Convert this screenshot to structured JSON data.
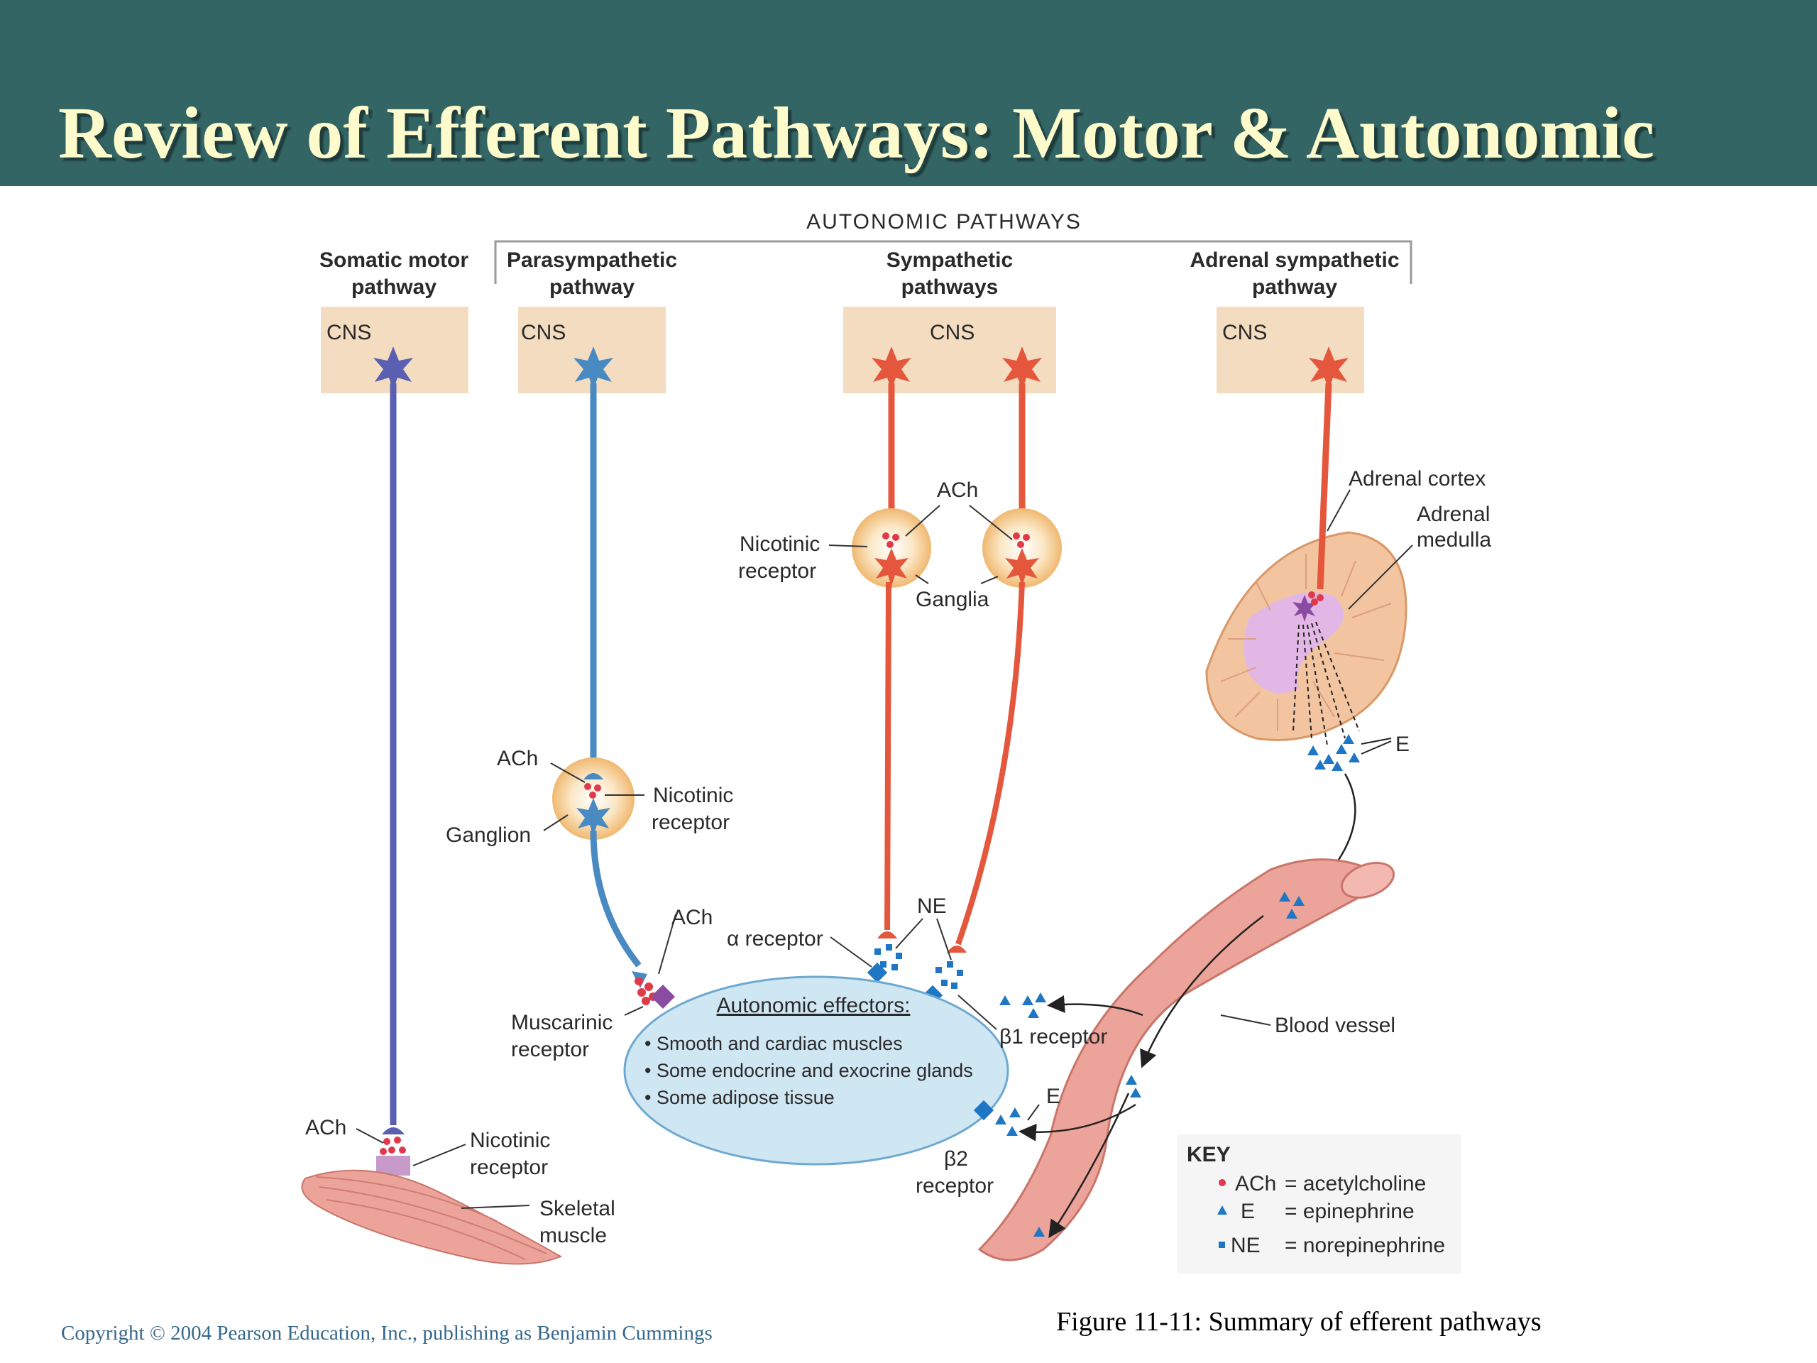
{
  "title": "Review of Efferent Pathways: Motor & Autonomic",
  "diagram": {
    "autonomic_header": "AUTONOMIC PATHWAYS",
    "columns": {
      "somatic": [
        "Somatic motor",
        "pathway"
      ],
      "parasympathetic": [
        "Parasympathetic",
        "pathway"
      ],
      "sympathetic": [
        "Sympathetic",
        "pathways"
      ],
      "adrenal": [
        "Adrenal sympathetic",
        "pathway"
      ]
    },
    "cns": "CNS",
    "labels": {
      "ach": "ACh",
      "nicotinic": [
        "Nicotinic",
        "receptor"
      ],
      "ganglion": "Ganglion",
      "ganglia": "Ganglia",
      "muscarinic": [
        "Muscarinic",
        "receptor"
      ],
      "alpha_receptor": "α receptor",
      "ne": "NE",
      "beta1_receptor": "β1 receptor",
      "beta2_receptor": [
        "β2",
        "receptor"
      ],
      "e": "E",
      "blood_vessel": "Blood vessel",
      "adrenal_cortex": "Adrenal cortex",
      "adrenal_medulla": [
        "Adrenal",
        "medulla"
      ],
      "skeletal_muscle": [
        "Skeletal",
        "muscle"
      ]
    },
    "effectors": {
      "title": "Autonomic effectors:",
      "items": [
        "• Smooth and cardiac muscles",
        "• Some endocrine and exocrine glands",
        "• Some adipose tissue"
      ]
    },
    "key": {
      "title": "KEY",
      "items": [
        {
          "symbol": "ACh",
          "definition": "= acetylcholine",
          "color": "#e03a4a"
        },
        {
          "symbol": "E",
          "definition": "= epinephrine",
          "color": "#1e76c4"
        },
        {
          "symbol": "NE",
          "definition": "= norepinephrine",
          "color": "#1e76c4"
        }
      ]
    }
  },
  "caption": "Figure 11-11: Summary of efferent pathways",
  "copyright": "Copyright © 2004 Pearson Education, Inc., publishing as Benjamin Cummings",
  "colors": {
    "header_bg": "#346565",
    "title": "#fdfbcb",
    "somatic": "#5b5fb1",
    "parasympathetic": "#4a8ac2",
    "sympathetic": "#e4573c",
    "cns_box": "#f4dcc0",
    "effector": "#cfe6f3",
    "vessel": "#eba39a"
  }
}
